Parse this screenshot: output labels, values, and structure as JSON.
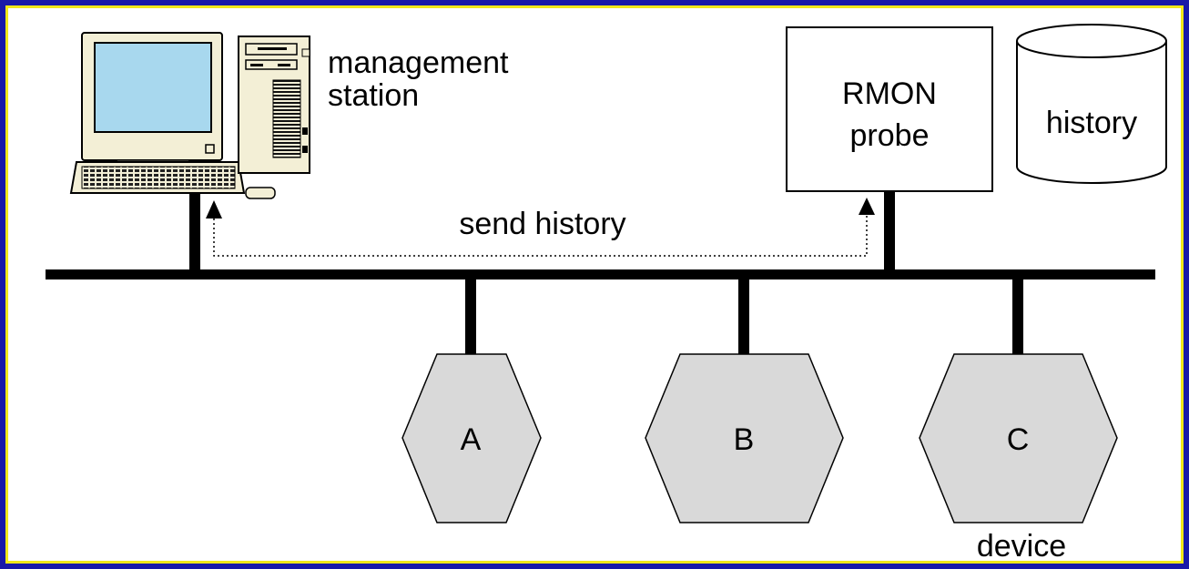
{
  "labels": {
    "management_station_line1": "management",
    "management_station_line2": "station",
    "probe_line1": "RMON",
    "probe_line2": "probe",
    "history_db": "history",
    "send_history": "send history",
    "device": "device"
  },
  "devices": [
    {
      "label": "A"
    },
    {
      "label": "B"
    },
    {
      "label": "C"
    }
  ],
  "colors": {
    "border_blue": "#1a1aa8",
    "border_yellow": "#f2e81a",
    "device_fill": "#d9d9d9",
    "computer_beige": "#f3efd6",
    "screen_blue": "#a8d8ee"
  }
}
